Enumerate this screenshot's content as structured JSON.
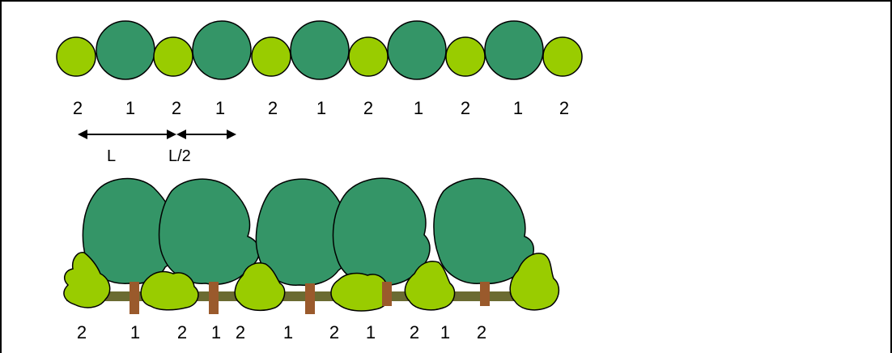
{
  "colors": {
    "species_1": "#349567",
    "species_2": "#99cc00",
    "trunk": "#9a5a2c",
    "ground": "#6b6b32",
    "outline": "#000000"
  },
  "top_row": {
    "labels": [
      "2",
      "1",
      "2",
      "1",
      "2",
      "1",
      "2",
      "1",
      "2",
      "1",
      "2"
    ]
  },
  "spacing": {
    "long_label": "L",
    "short_label": "L/2"
  },
  "bottom_row": {
    "labels": [
      "2",
      "1",
      "2",
      "1",
      "2",
      "1",
      "2",
      "1",
      "2",
      "1",
      "2"
    ]
  }
}
